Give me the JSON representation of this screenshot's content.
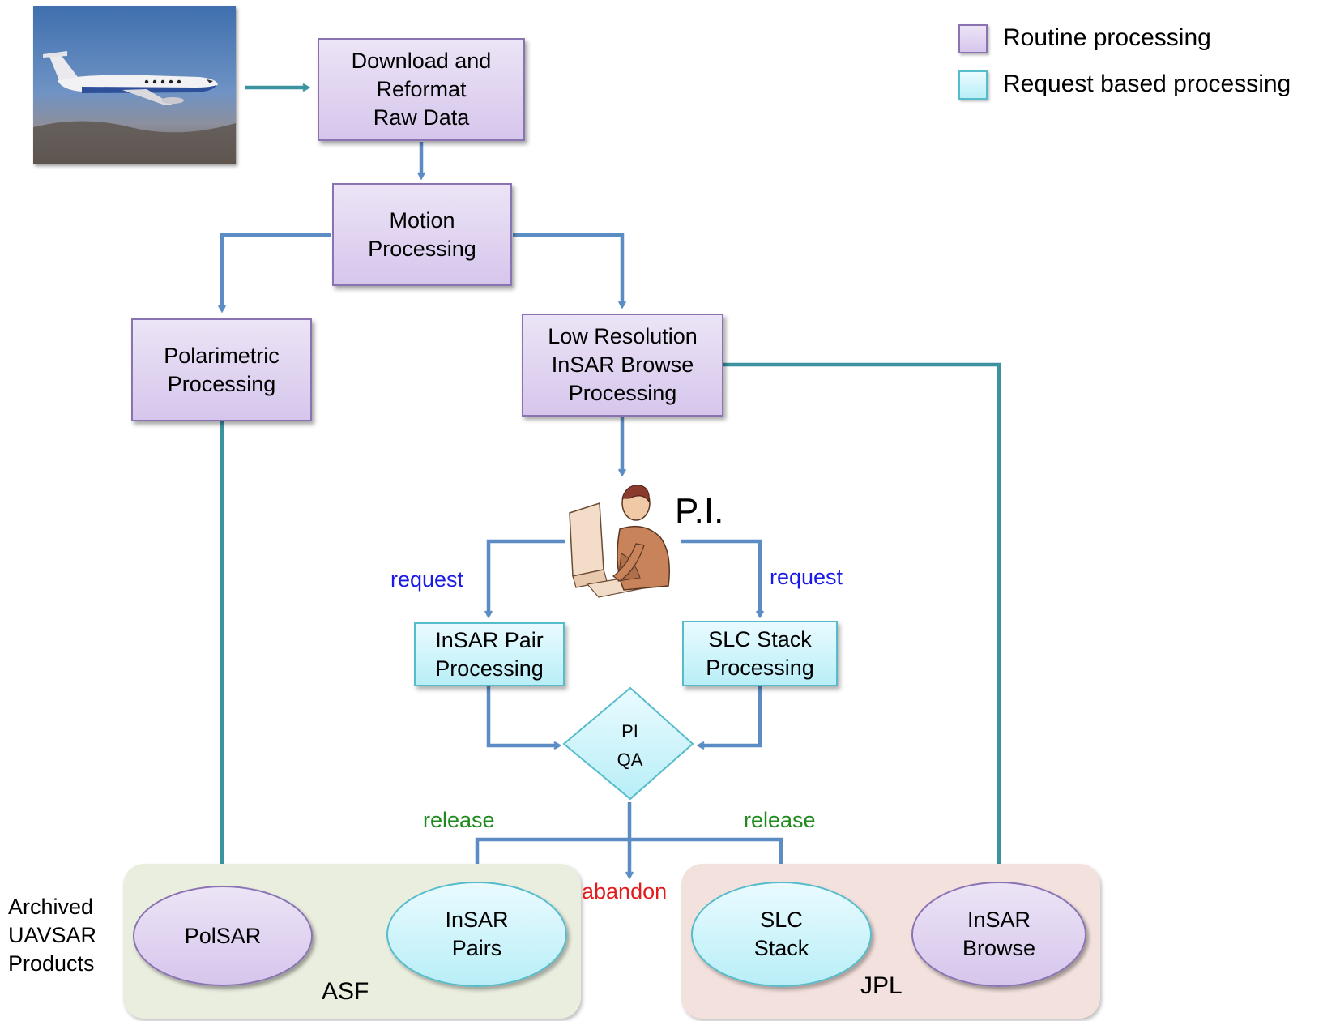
{
  "legend": {
    "routine": "Routine processing",
    "request": "Request based processing"
  },
  "nodes": {
    "download": "Download and\nReformat\nRaw Data",
    "motion": "Motion\nProcessing",
    "polarimetric": "Polarimetric\nProcessing",
    "lowres": "Low Resolution\nInSAR Browse\nProcessing",
    "insar_pair": "InSAR Pair\nProcessing",
    "slc_stack_proc": "SLC Stack\nProcessing",
    "pi_qa": "PI\nQA",
    "polsar": "PolSAR",
    "insar_pairs": "InSAR\nPairs",
    "slc_stack": "SLC\nStack",
    "insar_browse": "InSAR\nBrowse"
  },
  "labels": {
    "pi": "P.I.",
    "request_left": "request",
    "request_right": "request",
    "release_left": "release",
    "release_right": "release",
    "abandon": "abandon",
    "archived": "Archived\nUAVSAR\nProducts",
    "asf": "ASF",
    "jpl": "JPL"
  },
  "colors": {
    "routine_fill": "#ddd0ee",
    "request_fill": "#c8f2f9",
    "arrow_teal": "#3c93a0",
    "arrow_blue": "#5b8cc4",
    "asf_region": "#eaeedf",
    "jpl_region": "#f3e1dd",
    "request_text": "#1a1ae6",
    "release_text": "#1e8a1e",
    "abandon_text": "#e31b1b"
  },
  "icons": {
    "aircraft": "aircraft-photo",
    "person": "person-at-computer-clipart"
  }
}
